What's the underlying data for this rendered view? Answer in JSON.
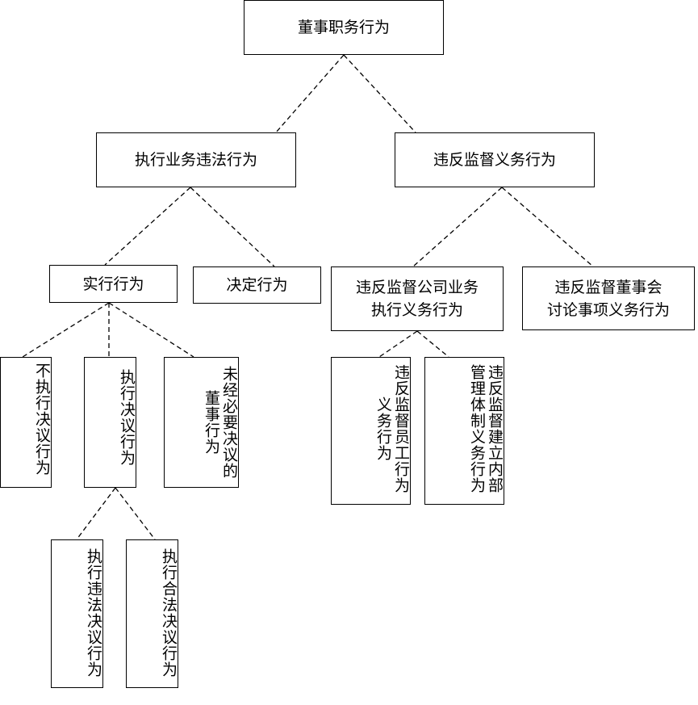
{
  "diagram": {
    "nodes": [
      {
        "id": "root",
        "label": "董事职务行为"
      },
      {
        "id": "exec_violation",
        "label": "执行业务违法行为"
      },
      {
        "id": "supervision_violation",
        "label": "违反监督义务行为"
      },
      {
        "id": "implement",
        "label": "实行行为"
      },
      {
        "id": "decide",
        "label": "决定行为"
      },
      {
        "id": "supervise_company",
        "label": "违反监督公司业务\n执行义务行为"
      },
      {
        "id": "supervise_board",
        "label": "违反监督董事会\n讨论事项义务行为"
      },
      {
        "id": "not_execute",
        "label": "不执行决议行为"
      },
      {
        "id": "execute_resolution",
        "label": "执行决议行为"
      },
      {
        "id": "no_resolution",
        "label": "未经必要决议的\n董事行为"
      },
      {
        "id": "supervise_staff",
        "label": "违反监督员工行为\n义务行为"
      },
      {
        "id": "internal_control",
        "label": "违反监督建立内部\n管理体制义务行为"
      },
      {
        "id": "execute_illegal",
        "label": "执行违法决议行为"
      },
      {
        "id": "execute_legal",
        "label": "执行合法决议行为"
      }
    ],
    "edges": [
      {
        "from": "root",
        "to": "exec_violation"
      },
      {
        "from": "root",
        "to": "supervision_violation"
      },
      {
        "from": "exec_violation",
        "to": "implement"
      },
      {
        "from": "exec_violation",
        "to": "decide"
      },
      {
        "from": "supervision_violation",
        "to": "supervise_company"
      },
      {
        "from": "supervision_violation",
        "to": "supervise_board"
      },
      {
        "from": "implement",
        "to": "not_execute"
      },
      {
        "from": "implement",
        "to": "execute_resolution"
      },
      {
        "from": "implement",
        "to": "no_resolution"
      },
      {
        "from": "supervise_company",
        "to": "supervise_staff"
      },
      {
        "from": "supervise_company",
        "to": "internal_control"
      },
      {
        "from": "execute_resolution",
        "to": "execute_illegal"
      },
      {
        "from": "execute_resolution",
        "to": "execute_legal"
      }
    ],
    "colors": {
      "line": "#000000",
      "border": "#000000",
      "background": "#ffffff"
    }
  }
}
